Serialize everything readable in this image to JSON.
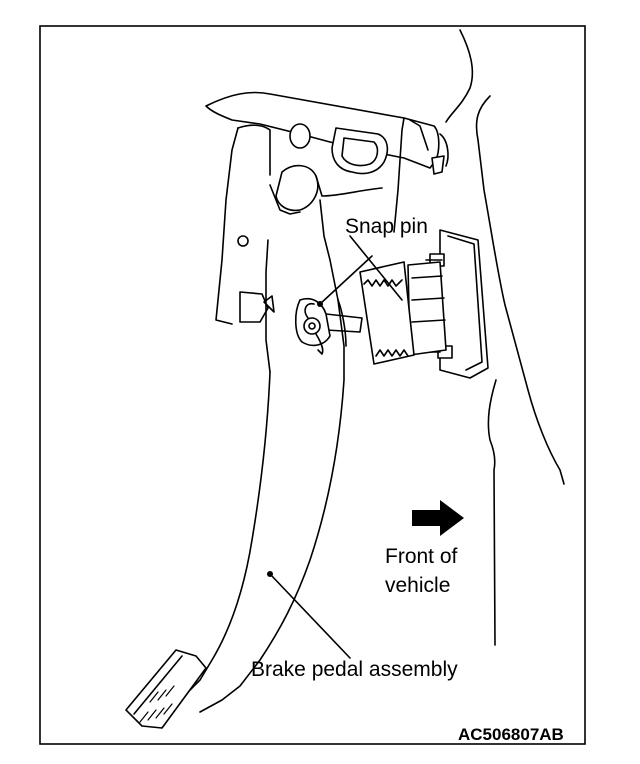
{
  "callouts": {
    "snap_pin": "Snap pin",
    "front_of_vehicle_line1": "Front of",
    "front_of_vehicle_line2": "vehicle",
    "brake_pedal_assembly": "Brake pedal assembly"
  },
  "figure_code": "AC506807AB",
  "icons": {
    "direction_arrow": "right-arrow-icon"
  }
}
